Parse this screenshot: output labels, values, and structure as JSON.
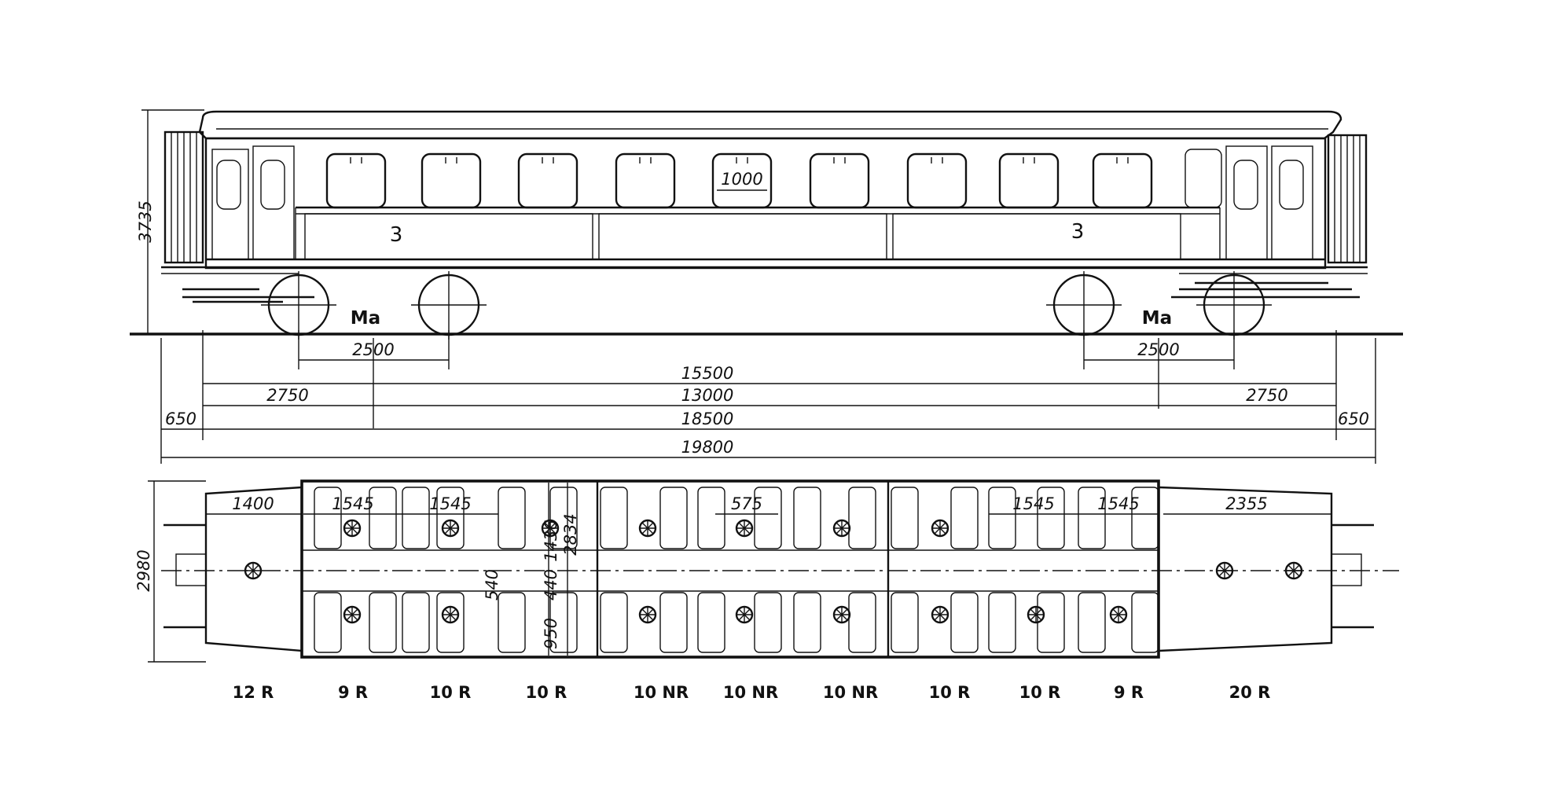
{
  "side_view": {
    "height": "3735",
    "window_width": "1000",
    "class_labels": [
      "3",
      "3"
    ],
    "bogie_labels": [
      "Ma",
      "Ma"
    ]
  },
  "dimensions": {
    "wheelbase_left": "2500",
    "wheelbase_right": "2500",
    "body_length": "15500",
    "bogie_centers": "13000",
    "end_left": "2750",
    "end_right": "2750",
    "frame_length": "18500",
    "buffer_left": "650",
    "buffer_right": "650",
    "overall_length": "19800"
  },
  "plan_view": {
    "width": "2980",
    "dims": {
      "d1400": "1400",
      "d1545a": "1545",
      "d1545b": "1545",
      "d575": "575",
      "d1545c": "1545",
      "d1545d": "1545",
      "d2355": "2355",
      "d2834": "2834",
      "d1436": "1436",
      "d540": "540",
      "d440": "440",
      "d950": "950"
    }
  },
  "sections": [
    "12 R",
    "9 R",
    "10 R",
    "10 R",
    "10 NR",
    "10 NR",
    "10 NR",
    "10 R",
    "10 R",
    "9 R",
    "20 R"
  ]
}
